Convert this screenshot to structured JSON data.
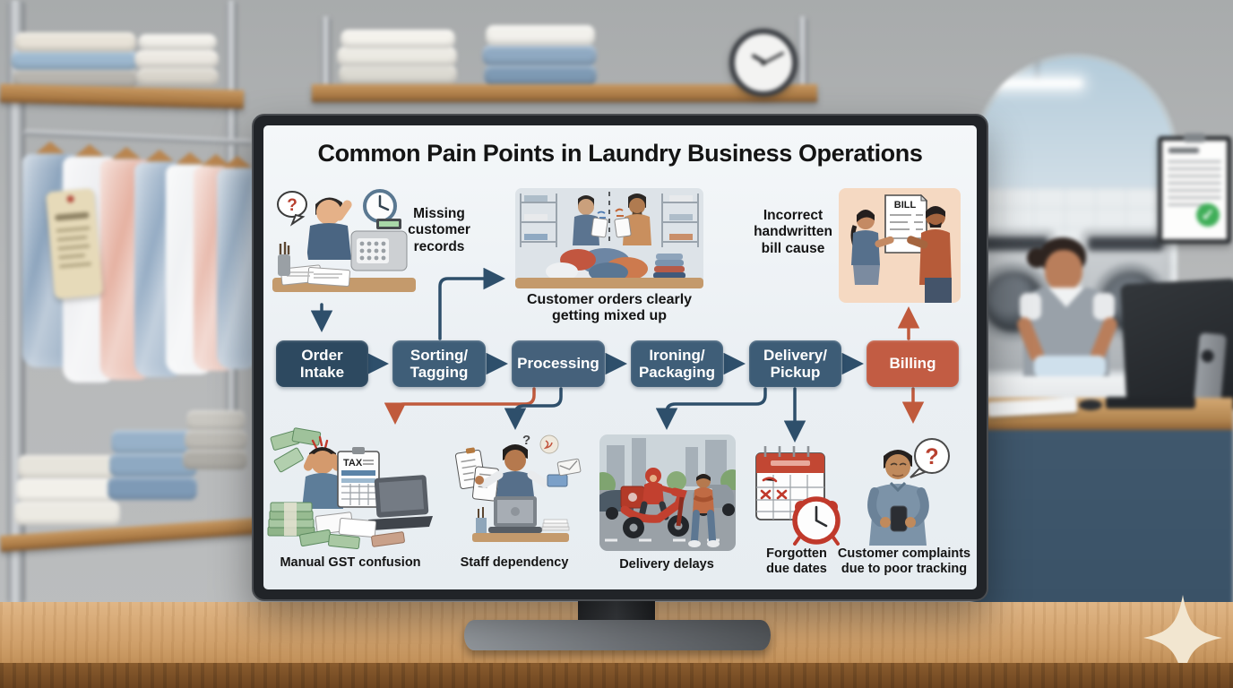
{
  "diagram": {
    "title": "Common Pain Points in Laundry Business Operations",
    "annotations": {
      "missing_records": "Missing\ncustomer\nrecords",
      "mixed_orders": "Customer orders clearly\ngetting mixed up",
      "incorrect_bill": "Incorrect\nhandwritten\nbill cause"
    },
    "flow_boxes": [
      {
        "label": "Order\nIntake",
        "color": "#2d4960"
      },
      {
        "label": "Sorting/\nTagging",
        "color": "#3f5e78"
      },
      {
        "label": "Processing",
        "color": "#45617b"
      },
      {
        "label": "Ironing/\nPackaging",
        "color": "#3f5e78"
      },
      {
        "label": "Delivery/\nPickup",
        "color": "#3d5c76"
      },
      {
        "label": "Billing",
        "color": "#c25c43"
      }
    ],
    "pain_points": [
      {
        "label": "Manual GST confusion"
      },
      {
        "label": "Staff dependency"
      },
      {
        "label": "Delivery delays"
      },
      {
        "label": "Forgotten\ndue dates"
      },
      {
        "label": "Customer complaints\ndue to poor tracking"
      }
    ],
    "doc_labels": {
      "bill": "BILL",
      "tax": "TAX"
    },
    "glyphs": {
      "question_mark": "?",
      "check_mark": "✓"
    }
  },
  "colors": {
    "arrow_blue": "#2e4f6b",
    "arrow_red": "#c05a3c",
    "stage_box": "#3f5e78",
    "billing_box": "#c25c43",
    "screen_bg": "#eef2f5"
  }
}
